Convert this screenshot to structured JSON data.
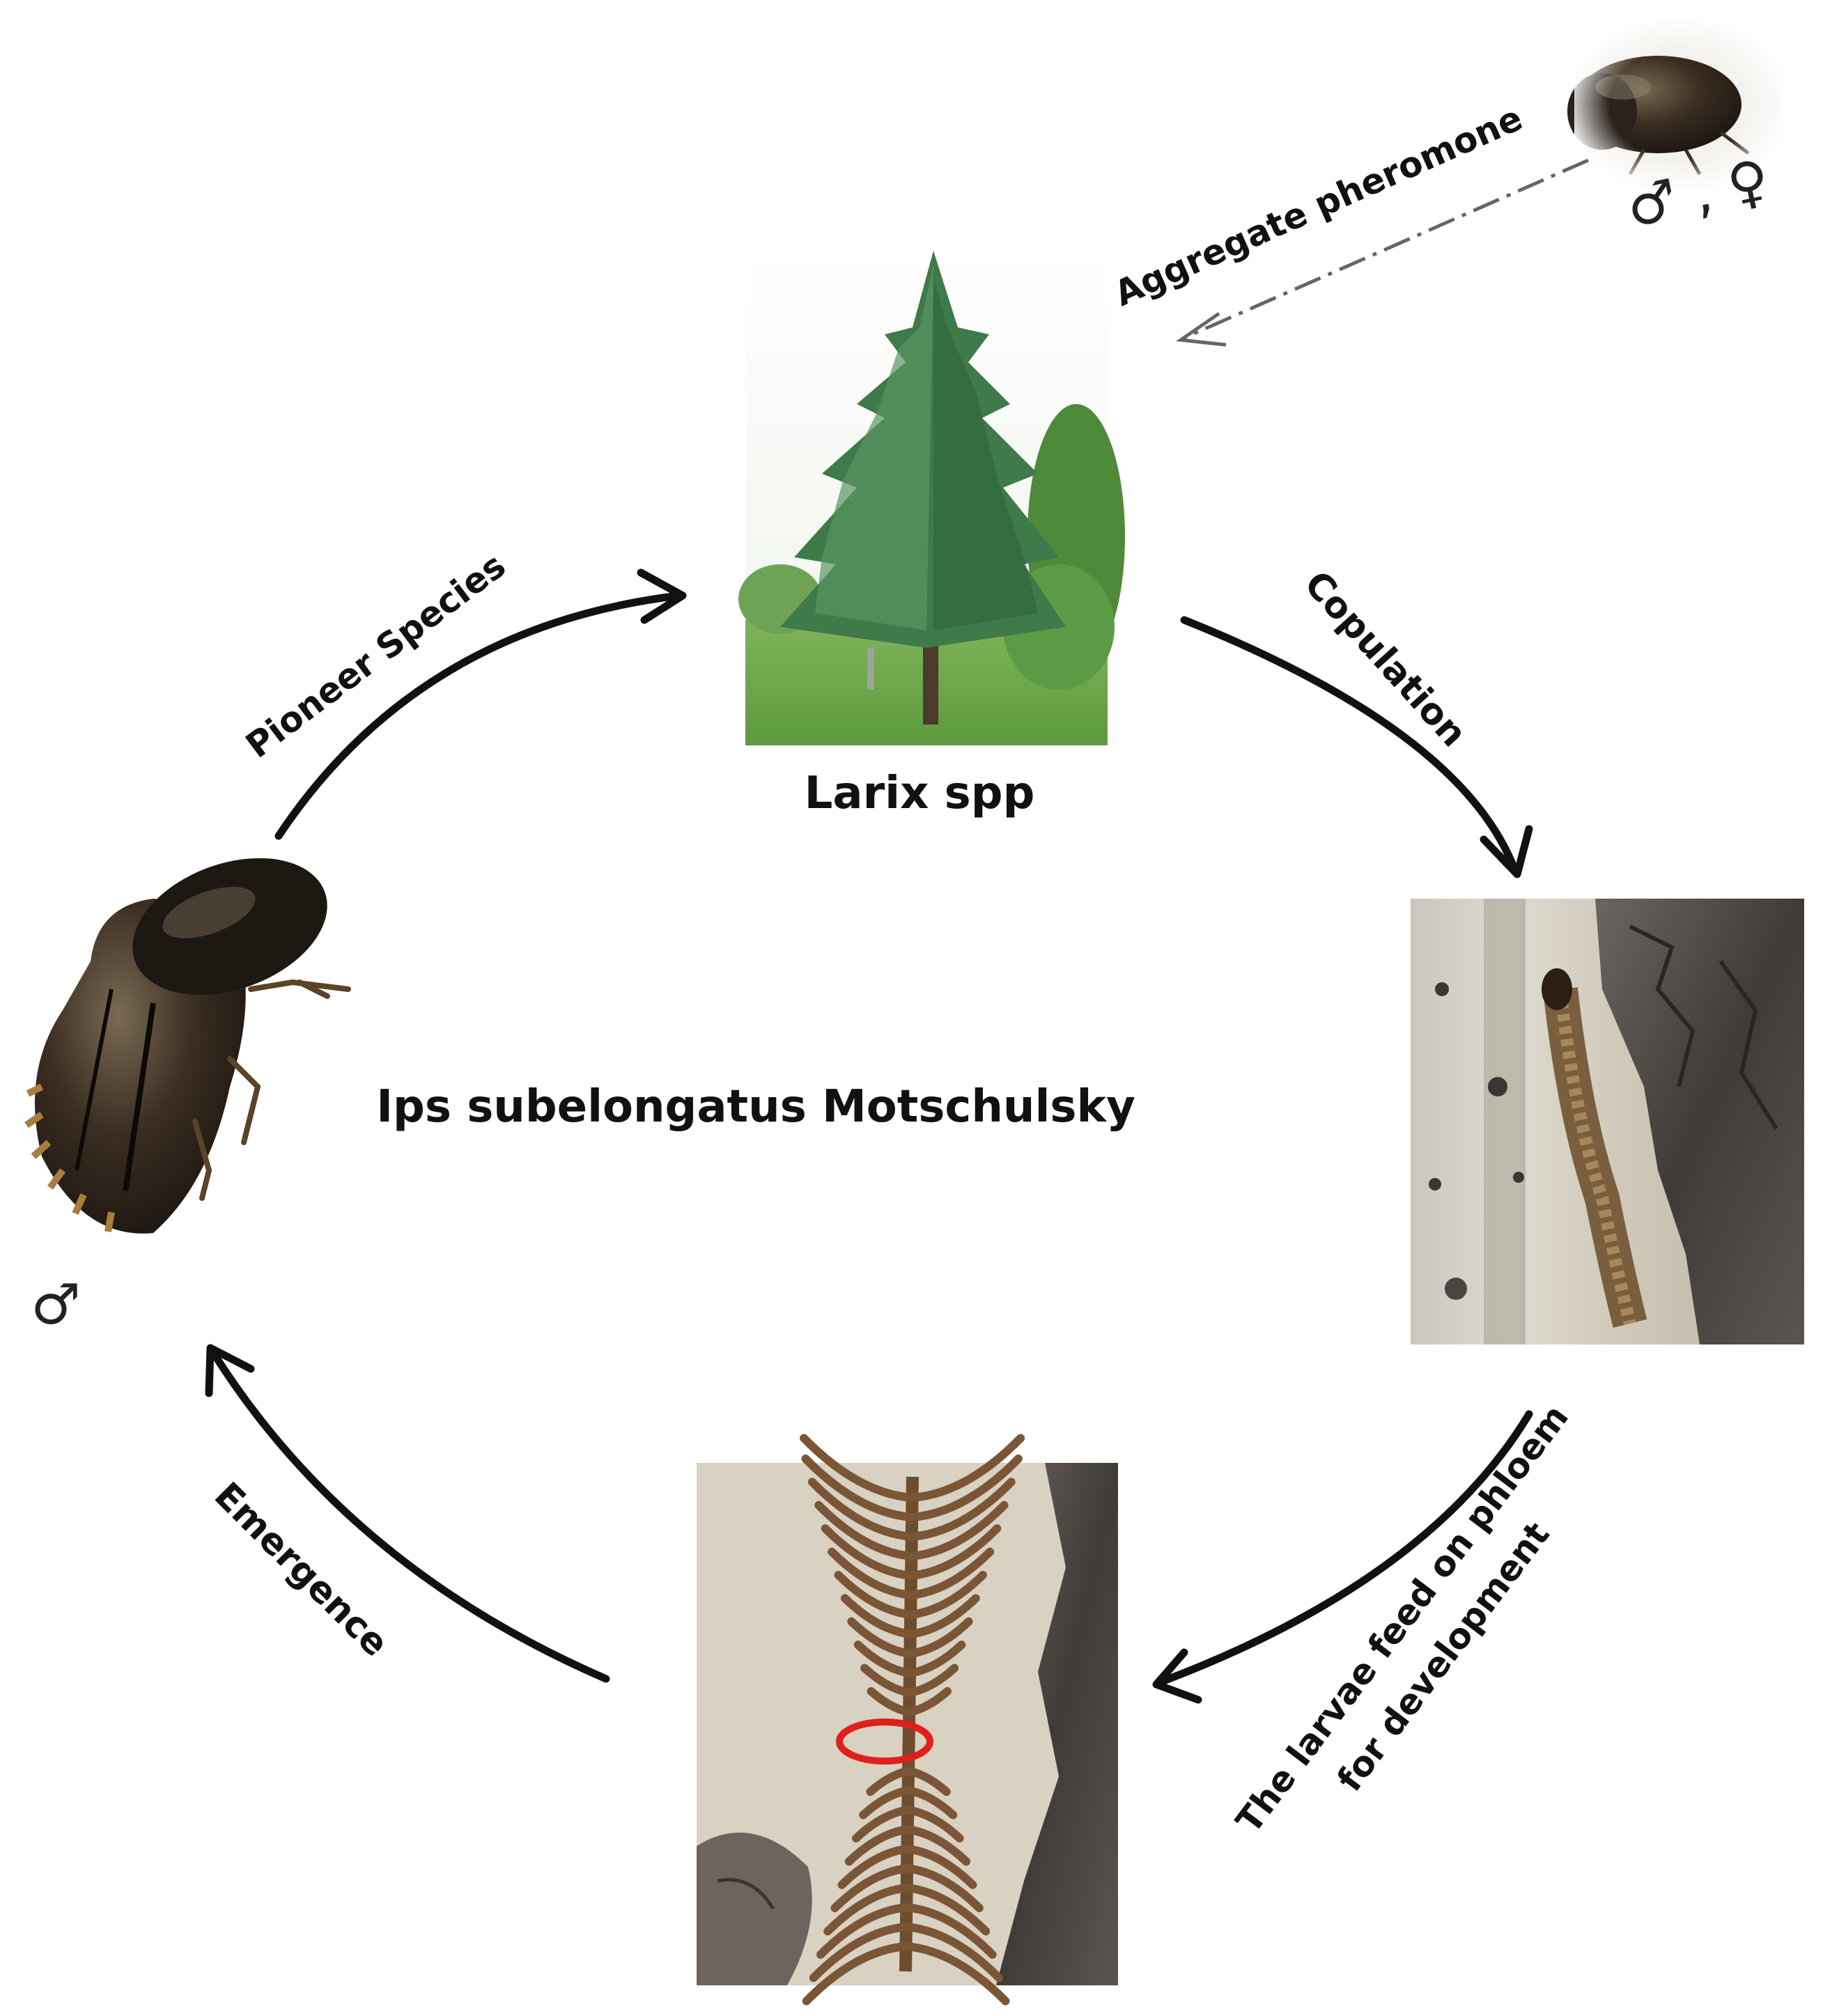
{
  "title": "Ips subelongatus Motschulsky",
  "host_label": "Larix spp",
  "stages": {
    "pioneer": "Pioneer Species",
    "aggregate": "Aggregate pheromone",
    "copulation": "Copulation",
    "larvae_line1": "The larvae feed on phloem",
    "larvae_line2": "for development",
    "emergence": "Emergence"
  },
  "symbols": {
    "male_left": "♂",
    "male_female": "♂ , ♀"
  },
  "images": {
    "tree": "larch-tree",
    "beetle_left": "male-bark-beetle",
    "beetle_top": "beetle-pair",
    "gallery_right": "bark-gallery-with-beetle",
    "gallery_bottom": "larval-gallery"
  },
  "colors": {
    "arrow": "#111111",
    "highlight_ring": "#e0201c",
    "dashed_arrow": "#666666"
  }
}
